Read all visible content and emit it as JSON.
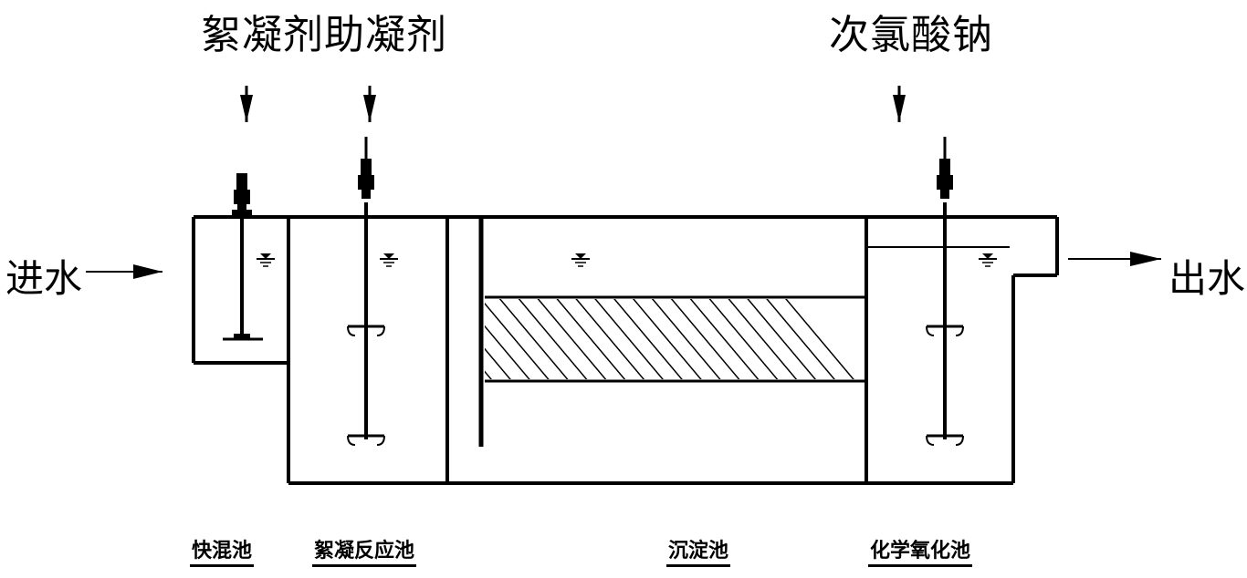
{
  "chemicals": {
    "flocculant": "絮凝剂",
    "coagulant_aid": "助凝剂",
    "sodium_hypochlorite": "次氯酸钠"
  },
  "flow": {
    "inlet": "进水",
    "outlet": "出水"
  },
  "tanks": {
    "rapid_mix": "快混池",
    "flocculation": "絮凝反应池",
    "sedimentation": "沉淀池",
    "oxidation": "化学氧化池"
  }
}
